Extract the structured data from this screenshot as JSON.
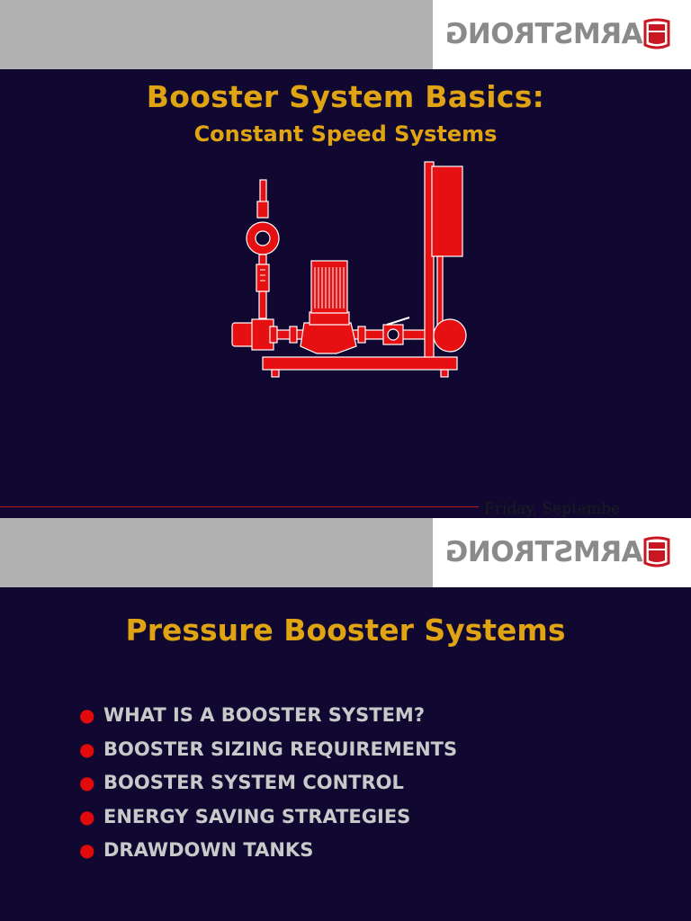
{
  "slides": [
    {
      "logo_text": "ARMSTRONG",
      "title": "Booster System Basics:",
      "subtitle": "Constant Speed Systems",
      "footer_date": "Friday, Septembe"
    },
    {
      "logo_text": "ARMSTRONG",
      "title": "Pressure Booster Systems",
      "bullets": [
        "WHAT IS A BOOSTER SYSTEM?",
        "BOOSTER SIZING REQUIREMENTS",
        "BOOSTER SYSTEM CONTROL",
        "ENERGY SAVING STRATEGIES",
        "DRAWDOWN TANKS"
      ]
    }
  ],
  "colors": {
    "header_grey": "#b1b1b1",
    "panel_navy": "#110832",
    "title_gold": "#e0a412",
    "bullet_text": "#c9c9c9",
    "bullet_red": "#e20a0a",
    "equipment_red": "#e60f12"
  },
  "icons": {
    "logo": "armstrong-logo-icon",
    "bullet": "bullet-dot-icon",
    "illustration": "booster-pump-illustration"
  }
}
